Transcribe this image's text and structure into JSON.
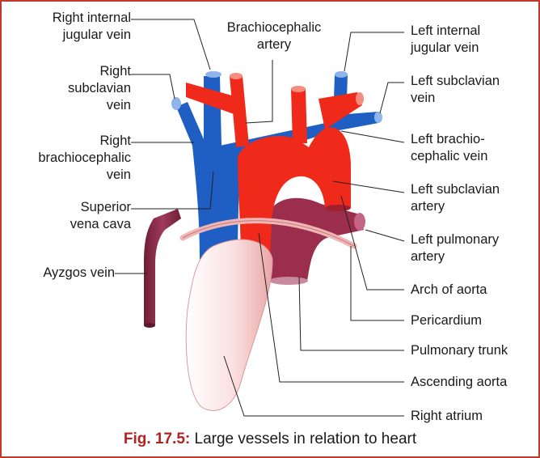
{
  "labels": {
    "right_internal_jugular_vein": [
      "Right internal",
      "jugular vein"
    ],
    "brachiocephalic_artery": [
      "Brachiocephalic",
      "artery"
    ],
    "left_internal_jugular_vein": [
      "Left internal",
      "jugular vein"
    ],
    "right_subclavian_vein": [
      "Right",
      "subclavian",
      "vein"
    ],
    "left_subclavian_vein": [
      "Left subclavian",
      "vein"
    ],
    "right_brachiocephalic_vein": [
      "Right",
      "brachiocephalic",
      "vein"
    ],
    "left_brachiocephalic_vein": [
      "Left brachio-",
      "cephalic vein"
    ],
    "left_subclavian_artery": [
      "Left subclavian",
      "artery"
    ],
    "superior_vena_cava": [
      "Superior",
      "vena cava"
    ],
    "left_pulmonary_artery": [
      "Left pulmonary",
      "artery"
    ],
    "ayzgos_vein": [
      "Ayzgos vein"
    ],
    "arch_of_aorta": [
      "Arch of aorta"
    ],
    "pericardium": [
      "Pericardium"
    ],
    "pulmonary_trunk": [
      "Pulmonary trunk"
    ],
    "ascending_aorta": [
      "Ascending aorta"
    ],
    "right_atrium": [
      "Right atrium"
    ]
  },
  "caption": {
    "fig_number": "Fig. 17.5:",
    "text": "Large vessels in relation to heart"
  },
  "colors": {
    "vein_blue": "#1f5fc4",
    "artery_red": "#f02a1a",
    "azygos": "#8e2a4a",
    "pulmonary": "#9a2e4c",
    "atrium": "#f6c6c6",
    "frame": "#c0392b",
    "caption_fig": "#b22222"
  }
}
